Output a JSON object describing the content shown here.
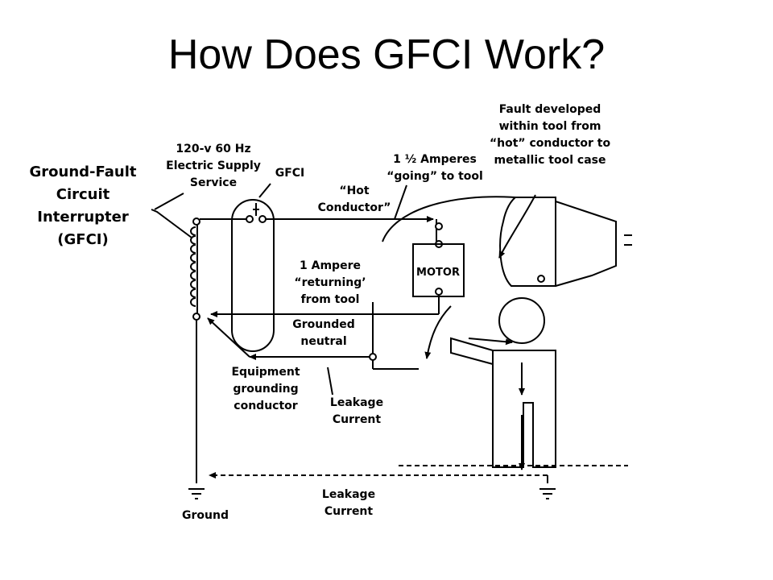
{
  "title": "How Does GFCI Work?",
  "labels": {
    "gfci_full": [
      "Ground-Fault",
      "Circuit",
      "Interrupter",
      "(GFCI)"
    ],
    "supply": [
      "120-v 60 Hz",
      "Electric Supply",
      "Service"
    ],
    "gfci": "GFCI",
    "hot_conductor": [
      "“Hot",
      "Conductor”"
    ],
    "amperes_going": [
      "1 ½ Amperes",
      "“going” to tool"
    ],
    "fault": [
      "Fault developed",
      "within tool from",
      "“hot” conductor to",
      "metallic tool case"
    ],
    "ampere_returning": [
      "1 Ampere",
      "“returning’",
      "from tool"
    ],
    "grounded_neutral": [
      "Grounded",
      "neutral"
    ],
    "equipment_grounding": [
      "Equipment",
      "grounding",
      "conductor"
    ],
    "leakage_upper": [
      "Leakage",
      "Current"
    ],
    "leakage_lower": [
      "Leakage",
      "Current"
    ],
    "ground": "Ground",
    "motor": "MOTOR"
  },
  "colors": {
    "line": "#000000",
    "background": "#ffffff"
  }
}
